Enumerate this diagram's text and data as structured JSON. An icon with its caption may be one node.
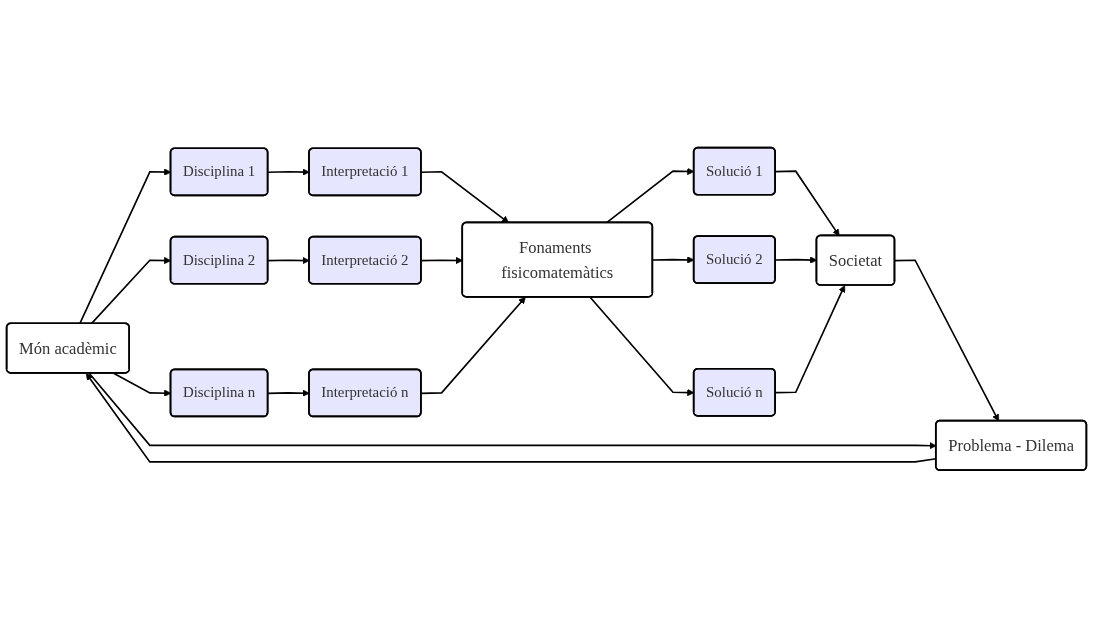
{
  "diagram": {
    "nodes": [
      {
        "text": [
          "Món acadèmic"
        ]
      },
      {
        "text": [
          "Disciplina 1"
        ]
      },
      {
        "text": [
          "Disciplina 2"
        ]
      },
      {
        "text": [
          "Disciplina n"
        ]
      },
      {
        "text": [
          "Interpretació 1"
        ]
      },
      {
        "text": [
          "Interpretació 2"
        ]
      },
      {
        "text": [
          "Interpretació n"
        ]
      },
      {
        "text": [
          "Fonaments fisicomatemàtics"
        ]
      },
      {
        "text": [
          "Problema - Dilema"
        ]
      },
      {
        "text": [
          "Societat"
        ]
      },
      {
        "text": [
          "Solució 1"
        ]
      },
      {
        "text": [
          "Solució 2"
        ]
      },
      {
        "text": [
          "Solució n"
        ]
      }
    ],
    "edges": [
      {
        "from": 0,
        "to": 1,
        "arrow": "to"
      },
      {
        "from": 0,
        "to": 2,
        "arrow": "to"
      },
      {
        "from": 0,
        "to": 3,
        "arrow": "to"
      },
      {
        "from": 1,
        "to": 4,
        "arrow": "to"
      },
      {
        "from": 2,
        "to": 5,
        "arrow": "to"
      },
      {
        "from": 3,
        "to": 6,
        "arrow": "to"
      },
      {
        "from": 4,
        "to": 7,
        "arrow": "to"
      },
      {
        "from": 5,
        "to": 7,
        "arrow": "to"
      },
      {
        "from": 6,
        "to": 7,
        "arrow": "to"
      },
      {
        "from": 7,
        "to": 10,
        "arrow": "to"
      },
      {
        "from": 7,
        "to": 11,
        "arrow": "to"
      },
      {
        "from": 7,
        "to": 12,
        "arrow": "to"
      },
      {
        "from": 10,
        "to": 9,
        "arrow": "to"
      },
      {
        "from": 11,
        "to": 9,
        "arrow": "to"
      },
      {
        "from": 12,
        "to": 9,
        "arrow": "to"
      },
      {
        "from": 9,
        "to": 8,
        "arrow": "to"
      },
      {
        "from": 8,
        "to": 0,
        "arrow": "to"
      },
      {
        "from": 0,
        "to": 8,
        "arrow": "to"
      }
    ]
  }
}
